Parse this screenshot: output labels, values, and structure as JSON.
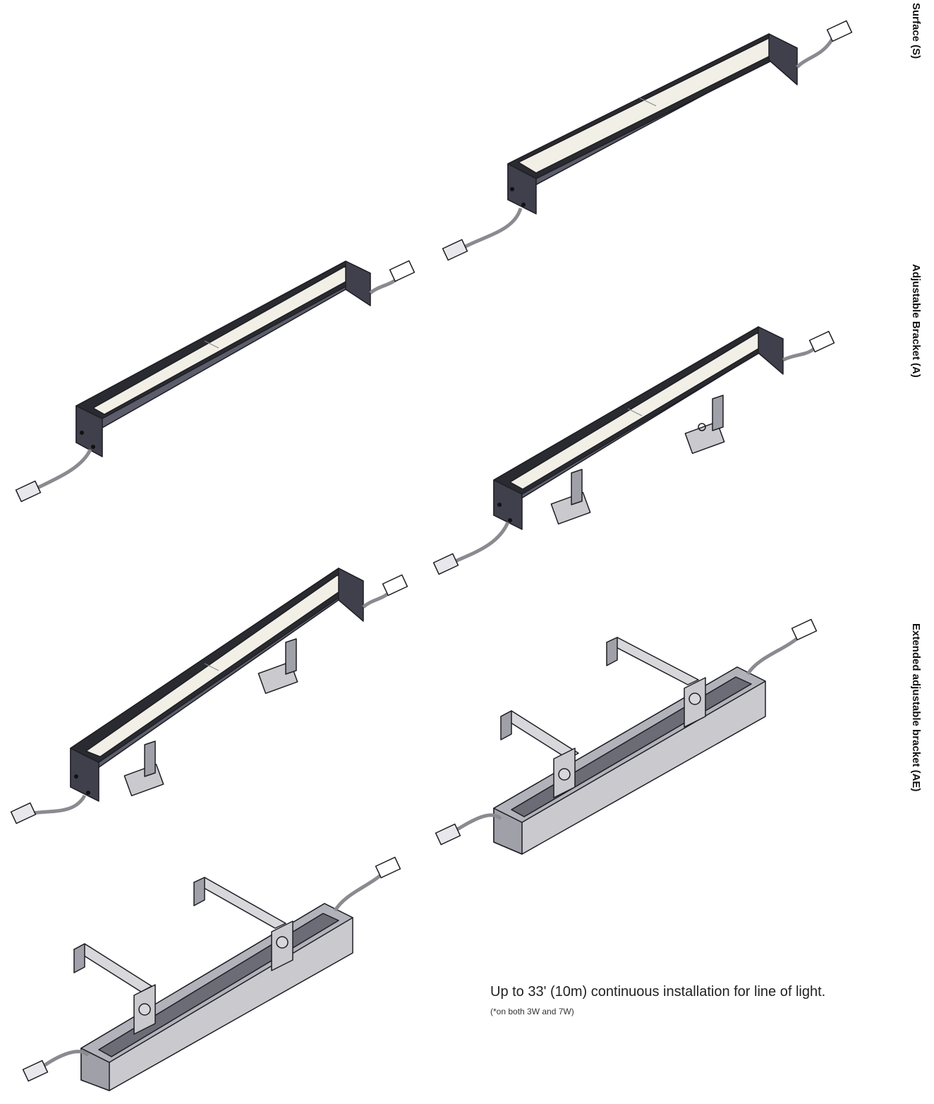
{
  "labels": {
    "surface": "Surface (S)",
    "adjustable": "Adjustable Bracket (A)",
    "extended": "Extended adjustable bracket (AE)"
  },
  "note": {
    "main": "Up to 33' (10m) continuous installation for line of light.",
    "sub": "(*on both 3W and 7W)"
  },
  "colors": {
    "body": "#5c5d6b",
    "body_dark": "#3f404c",
    "top": "#2a2a31",
    "lens": "#f2efe6",
    "bracket": "#c9c9ce",
    "bracket_dark": "#9fa0a8",
    "cable": "#8a8a90",
    "outline": "#1e1e24"
  }
}
